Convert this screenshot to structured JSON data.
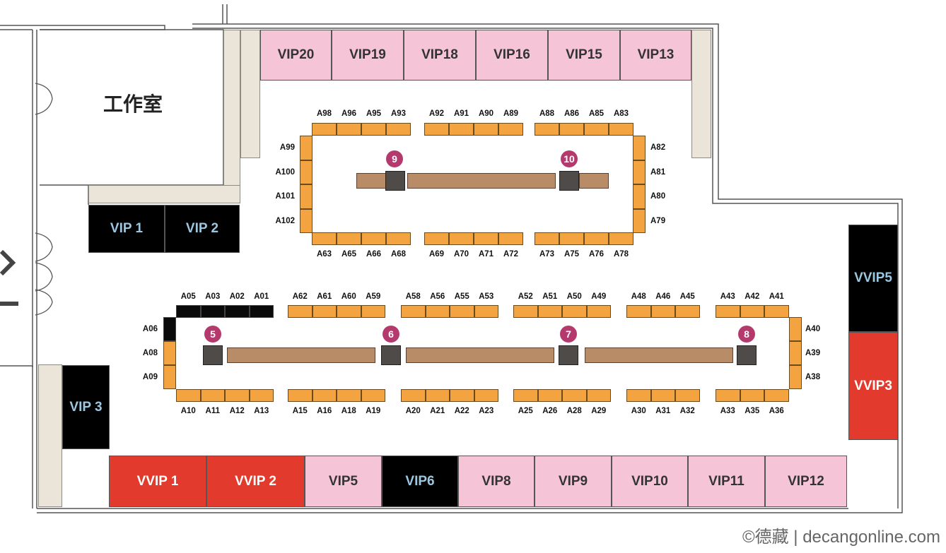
{
  "studio_label": "工作室",
  "watermark": "©德藏 | decangonline.com",
  "colors": {
    "booth": "#f4a341",
    "vip": "#f5c4d7",
    "vvip": "#e23b2e",
    "reserved": "#000000",
    "badge": "#b43a6e",
    "table": "#b98c68"
  },
  "icons": [
    "entrance-arrow-icon"
  ],
  "top_vip": [
    "VIP20",
    "VIP19",
    "VIP18",
    "VIP16",
    "VIP15",
    "VIP13"
  ],
  "left_vip": [
    "VIP 1",
    "VIP 2",
    "VIP 3"
  ],
  "right_vip": [
    "VVIP5",
    "VVIP3"
  ],
  "bottom_vip": [
    "VVIP 1",
    "VVIP 2",
    "VIP5",
    "VIP6",
    "VIP8",
    "VIP9",
    "VIP10",
    "VIP11",
    "VIP12"
  ],
  "upper_island": {
    "top_row": [
      "A98",
      "A96",
      "A95",
      "A93",
      "A92",
      "A91",
      "A90",
      "A89",
      "A88",
      "A86",
      "A85",
      "A83"
    ],
    "left_col": [
      "A99",
      "A100",
      "A101",
      "A102"
    ],
    "right_col": [
      "A82",
      "A81",
      "A80",
      "A79"
    ],
    "bottom_row": [
      "A63",
      "A65",
      "A66",
      "A68",
      "A69",
      "A70",
      "A71",
      "A72",
      "A73",
      "A75",
      "A76",
      "A78"
    ],
    "pillars": [
      "9",
      "10"
    ]
  },
  "lower_island": {
    "top_row": [
      "A05",
      "A03",
      "A02",
      "A01",
      "A62",
      "A61",
      "A60",
      "A59",
      "A58",
      "A56",
      "A55",
      "A53",
      "A52",
      "A51",
      "A50",
      "A49",
      "A48",
      "A46",
      "A45",
      "A43",
      "A42",
      "A41"
    ],
    "left_col": [
      "A06",
      "A08",
      "A09"
    ],
    "right_col": [
      "A40",
      "A39",
      "A38"
    ],
    "bottom_row": [
      "A10",
      "A11",
      "A12",
      "A13",
      "A15",
      "A16",
      "A18",
      "A19",
      "A20",
      "A21",
      "A22",
      "A23",
      "A25",
      "A26",
      "A28",
      "A29",
      "A30",
      "A31",
      "A32",
      "A33",
      "A35",
      "A36"
    ],
    "pillars": [
      "5",
      "6",
      "7",
      "8"
    ]
  }
}
